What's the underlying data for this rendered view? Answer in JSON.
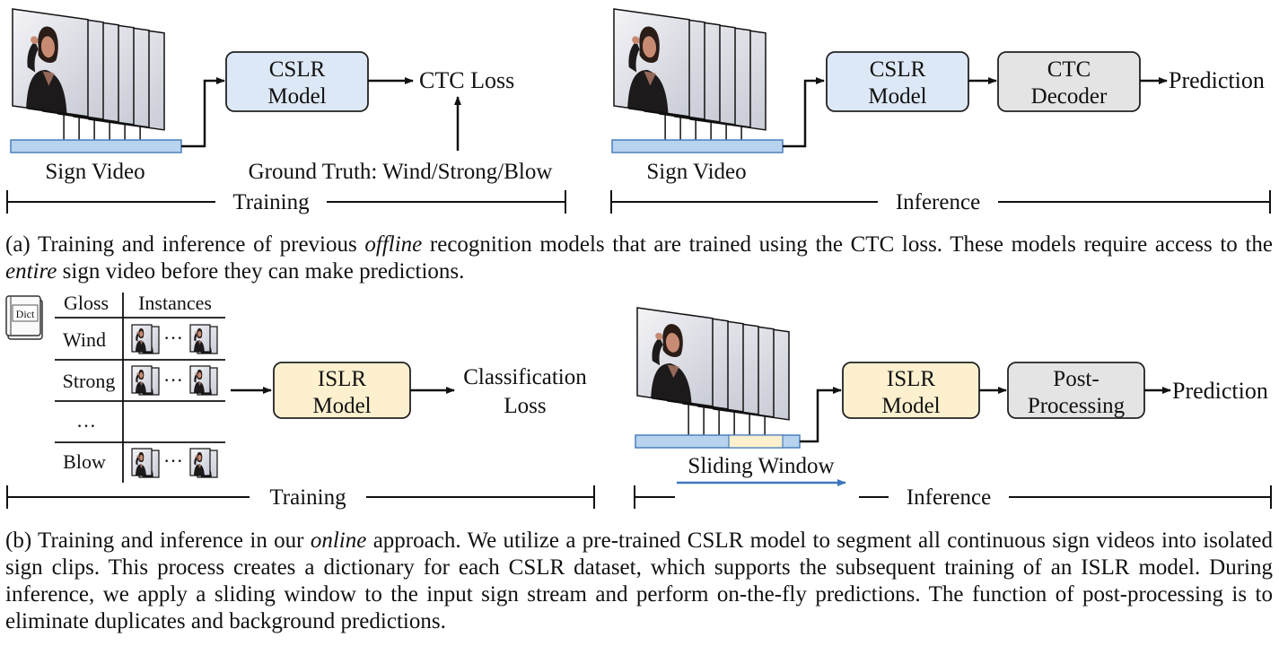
{
  "panel_a": {
    "training": {
      "video_label": "Sign Video",
      "model_line1": "CSLR",
      "model_line2": "Model",
      "loss_label": "CTC Loss",
      "ground_truth": "Ground Truth: Wind/Strong/Blow",
      "stage_label": "Training"
    },
    "inference": {
      "video_label": "Sign Video",
      "model_line1": "CSLR",
      "model_line2": "Model",
      "decoder_line1": "CTC",
      "decoder_line2": "Decoder",
      "prediction_label": "Prediction",
      "stage_label": "Inference"
    },
    "caption": {
      "part1": "(a) Training and inference of previous ",
      "italic1": "offline",
      "part2": " recognition models that are trained using the CTC loss. These models require access to the ",
      "italic2": "entire",
      "part3": " sign video before they can make predictions."
    }
  },
  "panel_b": {
    "training": {
      "dict_label": "Dict",
      "table_headers": [
        "Gloss",
        "Instances"
      ],
      "table_rows": [
        "Wind",
        "Strong",
        "…",
        "Blow"
      ],
      "ellipsis": "···",
      "model_line1": "ISLR",
      "model_line2": "Model",
      "loss_line1": "Classification",
      "loss_line2": "Loss",
      "stage_label": "Training"
    },
    "inference": {
      "model_line1": "ISLR",
      "model_line2": "Model",
      "post_line1": "Post-",
      "post_line2": "Processing",
      "prediction_label": "Prediction",
      "window_label": "Sliding Window",
      "stage_label": "Inference"
    },
    "caption": {
      "part1": "(b) Training and inference in our ",
      "italic1": "online",
      "part2": " approach. We utilize a pre-trained CSLR model to segment all continuous sign videos into isolated sign clips. This process creates a dictionary for each CSLR dataset, which supports the subsequent training of an ISLR model. During inference, we apply a sliding window to the input sign stream and perform on-the-fly predictions. The function of post-processing is to eliminate duplicates and background predictions."
    }
  },
  "colors": {
    "cslr_fill": "#dce8f5",
    "islr_fill": "#fdf0cf",
    "decoder_fill": "#e4e4e4",
    "timeline_fill": "#b7d3ee",
    "timeline_stroke": "#4a7fbd",
    "window_fill": "#fdf0cf",
    "arrow_blue": "#3d78bf"
  }
}
